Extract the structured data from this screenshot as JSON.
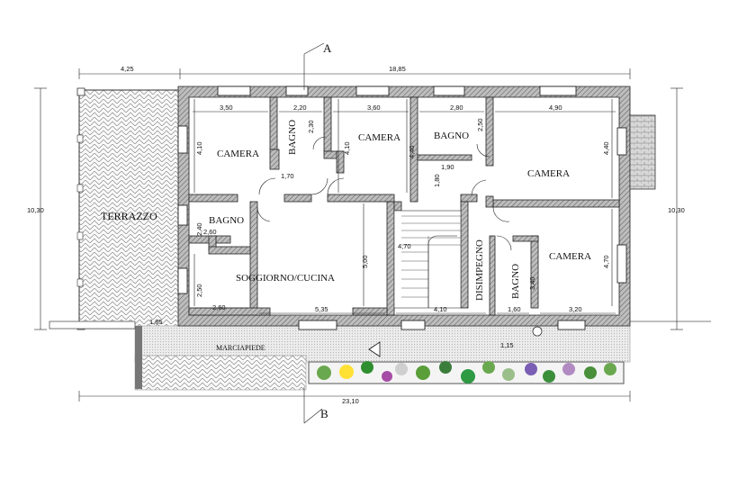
{
  "rooms": {
    "camera_1": "CAMERA",
    "bagno_1": "BAGNO",
    "camera_2": "CAMERA",
    "bagno_2": "BAGNO",
    "camera_3": "CAMERA",
    "terrazzo": "TERRAZZO",
    "bagno_3": "BAGNO",
    "soggiorno": "SOGGIORNO/CUCINA",
    "disimpegno": "DISIMPEGNO",
    "bagno_4": "BAGNO",
    "camera_4": "CAMERA",
    "marciapiede": "MARCIAPIEDE"
  },
  "section_marks": {
    "top": "A",
    "bottom": "B"
  },
  "dimensions": {
    "overall_left_width": "4,25",
    "overall_right_width": "18,85",
    "overall_total_width": "23,10",
    "height_left": "10,30",
    "height_right": "10,30",
    "top_350": "3,50",
    "top_220": "2,20",
    "top_360": "3,60",
    "top_280": "2,80",
    "top_490": "4,90",
    "v_230": "2,30",
    "v_410a": "4,10",
    "v_410b": "4,10",
    "v_440a": "4,40",
    "v_250a": "2,50",
    "v_440b": "4,40",
    "h_170": "1,70",
    "h_190": "1,90",
    "v_180": "1,80",
    "h_260a": "2,60",
    "v_240": "2,40",
    "stairs": "4,70",
    "v_500": "5,00",
    "v_470": "4,70",
    "v_250b": "2,50",
    "v_340": "3,40",
    "bottom_260": "2,60",
    "bottom_535": "5,35",
    "bottom_410": "4,10",
    "bottom_160": "1,60",
    "bottom_320": "3,20",
    "terrace_185": "1,85",
    "front_115": "1,15"
  }
}
